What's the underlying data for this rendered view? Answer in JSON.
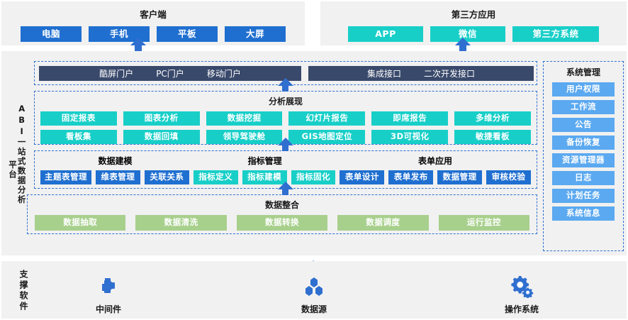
{
  "client": {
    "title": "客户端",
    "items": [
      {
        "label": "电脑",
        "icon": "desktop-icon"
      },
      {
        "label": "手机",
        "icon": "phone-icon"
      },
      {
        "label": "平板",
        "icon": "tablet-icon"
      },
      {
        "label": "大屏",
        "icon": "large-screen-icon"
      }
    ]
  },
  "third_party": {
    "title": "第三方应用",
    "items": [
      {
        "label": "APP"
      },
      {
        "label": "微信"
      },
      {
        "label": "第三方系统"
      }
    ]
  },
  "platform": {
    "side_label_main": "ABI一站式数据分析",
    "side_label_secondary": "平台",
    "portal": {
      "left_items": [
        "酷屏门户",
        "PC门户",
        "移动门户"
      ],
      "right_items": [
        "集成接口",
        "二次开发接口"
      ]
    },
    "analysis": {
      "title": "分析展现",
      "row1": [
        "固定报表",
        "图表分析",
        "数据挖掘",
        "幻灯片报告",
        "即席报告",
        "多维分析"
      ],
      "row2": [
        "看板集",
        "数据回填",
        "领导驾驶舱",
        "GIS地图定位",
        "3D可视化",
        "敏捷看板"
      ]
    },
    "modeling": {
      "titles": [
        "数据建模",
        "指标管理",
        "表单应用"
      ],
      "groups": [
        {
          "name": "数据建模",
          "color": "blue",
          "items": [
            "主题表管理",
            "维表管理",
            "关联关系"
          ]
        },
        {
          "name": "指标管理",
          "color": "teal",
          "items": [
            "指标定义",
            "指标建模",
            "指标固化"
          ]
        },
        {
          "name": "表单应用",
          "color": "blue",
          "items": [
            "表单设计",
            "表单发布",
            "数据管理",
            "审核校验"
          ]
        }
      ]
    },
    "integration": {
      "title": "数据整合",
      "items": [
        "数据抽取",
        "数据清洗",
        "数据转换",
        "数据调度",
        "运行监控"
      ]
    },
    "system_management": {
      "title": "系统管理",
      "items": [
        "用户权限",
        "工作流",
        "公告",
        "备份恢复",
        "资源管理器",
        "日志",
        "计划任务",
        "系统信息"
      ]
    }
  },
  "support": {
    "label": "支撑软件",
    "items": [
      {
        "label": "中间件",
        "icon": "puzzle-piece-icon"
      },
      {
        "label": "数据源",
        "icon": "hexagon-cluster-icon"
      },
      {
        "label": "操作系统",
        "icon": "gears-icon"
      }
    ]
  },
  "colors": {
    "blue": "#1f6fd0",
    "light_blue": "#5ba9f0",
    "teal": "#18cfc8",
    "green": "#a8d08d",
    "navy": "#39496b",
    "band_bg": "#f1f1f1",
    "arrow": "#2f6fd0"
  }
}
